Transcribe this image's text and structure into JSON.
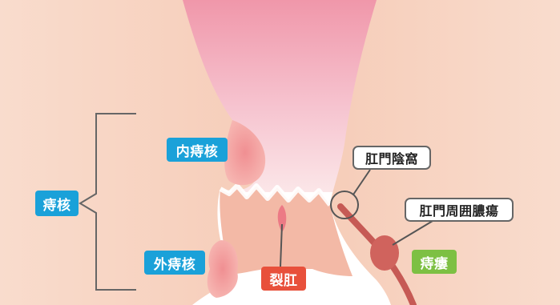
{
  "labels": {
    "internal_hemorrhoid": "内痔核",
    "hemorrhoid": "痔核",
    "external_hemorrhoid": "外痔核",
    "anal_fissure": "裂肛",
    "anal_crypt": "肛門陰窩",
    "perianal_abscess": "肛門周囲膿瘍",
    "anal_fistula": "痔瘻"
  },
  "colors": {
    "skin": "#f7d4c2",
    "canal_pink": "#ef8fa2",
    "lesion": "#ec8486",
    "tag_blue": "#1aa1d9",
    "tag_red": "#e8503b",
    "tag_green": "#7dc043",
    "fistula_tract": "#c65a55"
  }
}
